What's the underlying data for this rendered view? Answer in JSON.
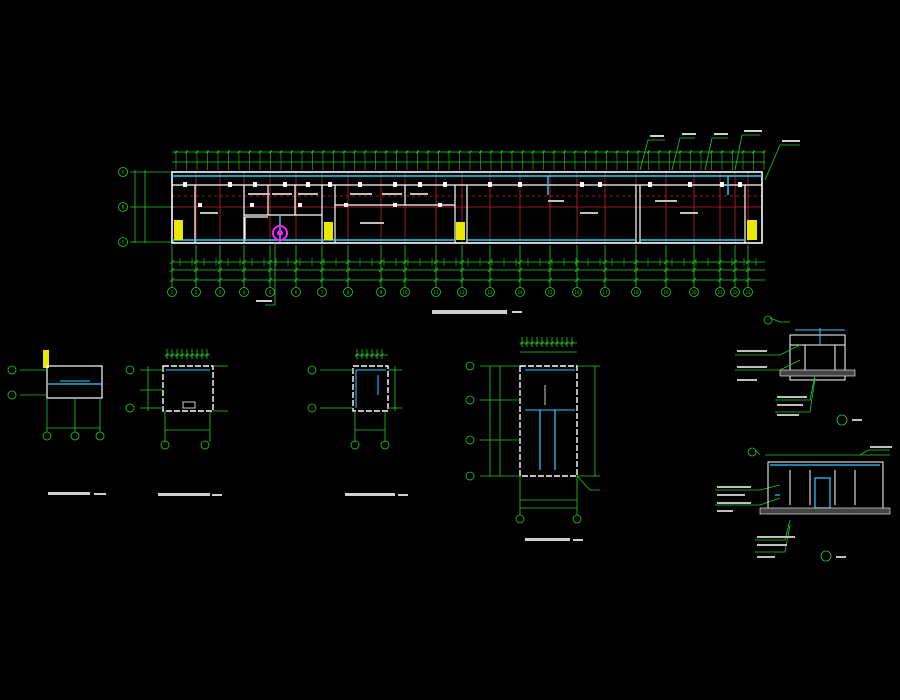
{
  "canvas": {
    "background": "#000000"
  },
  "colors": {
    "wall": "#ffffff",
    "grid": "#c8202a",
    "dimension": "#22cc22",
    "pipe": "#33ccff",
    "fixture": "#e8e800",
    "fixture_alt": "#ff22ff",
    "text": "#d8d8d8"
  },
  "main_plan": {
    "axis_bubbles_bottom": [
      "1",
      "2",
      "3",
      "4",
      "5",
      "6",
      "7",
      "8",
      "9",
      "10",
      "11",
      "12",
      "13",
      "14",
      "15",
      "16",
      "17",
      "18",
      "19",
      "20",
      "21",
      "22",
      "23"
    ],
    "axis_bubbles_left": [
      "A",
      "B",
      "C"
    ],
    "title": "",
    "title_scale": ""
  },
  "detail_sheets": [
    {
      "id": "room-detail-1",
      "title": "",
      "scale": ""
    },
    {
      "id": "room-detail-2",
      "title": "",
      "scale": ""
    },
    {
      "id": "room-detail-3",
      "title": "",
      "scale": ""
    },
    {
      "id": "room-detail-4",
      "title": "",
      "scale": ""
    }
  ],
  "section_details": [
    {
      "id": "section-detail-1",
      "tag": ""
    },
    {
      "id": "section-detail-2",
      "tag": ""
    }
  ]
}
